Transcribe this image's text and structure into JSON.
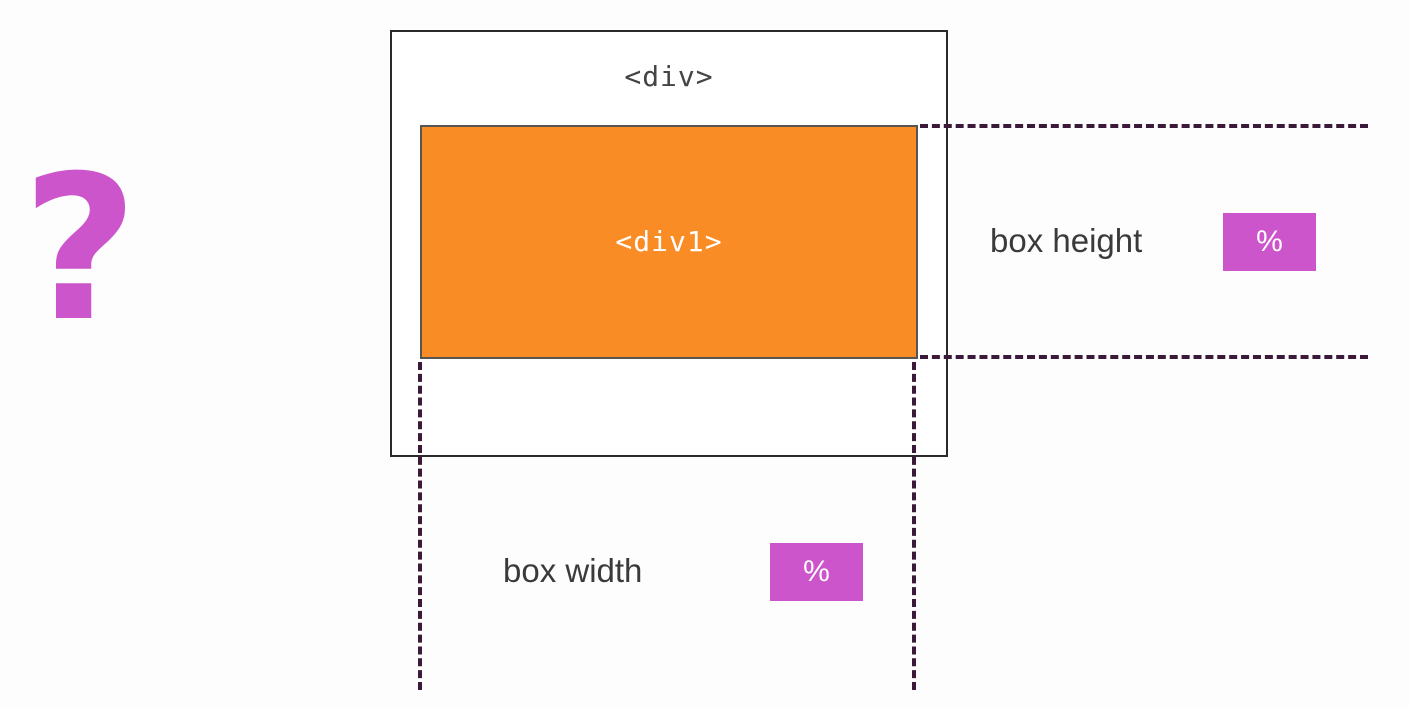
{
  "question_mark": "?",
  "outer_box": {
    "label": "<div>"
  },
  "inner_box": {
    "label": "<div1>",
    "fill_color": "#fa8c26"
  },
  "height_dimension": {
    "label": "box height",
    "unit": "%"
  },
  "width_dimension": {
    "label": "box width",
    "unit": "%"
  },
  "colors": {
    "accent": "#cc55cc",
    "dash": "#3a1a38",
    "border": "#2a2a2a"
  }
}
